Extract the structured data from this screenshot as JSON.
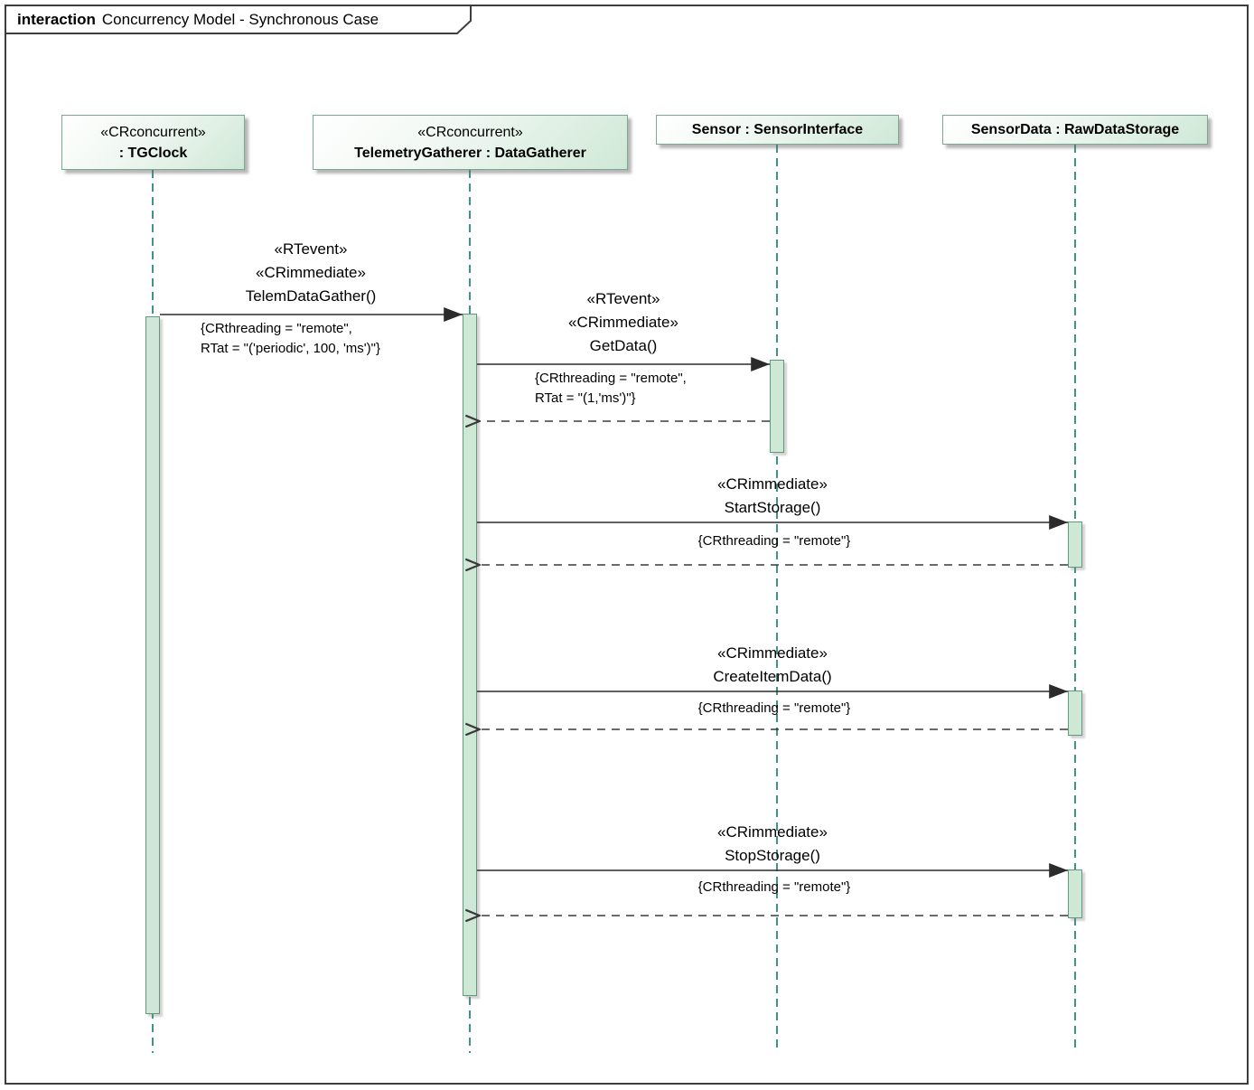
{
  "frame": {
    "keyword": "interaction",
    "title": "Concurrency Model - Synchronous Case"
  },
  "lifelines": [
    {
      "stereotype": "«CRconcurrent»",
      "name": ": TGClock"
    },
    {
      "stereotype": "«CRconcurrent»",
      "name": "TelemetryGatherer : DataGatherer"
    },
    {
      "name": "Sensor : SensorInterface"
    },
    {
      "name": "SensorData : RawDataStorage"
    }
  ],
  "messages": [
    {
      "stereotype1": "«RTevent»",
      "stereotype2": "«CRimmediate»",
      "name": "TelemDataGather()",
      "constraint1": "{CRthreading = \"remote\",",
      "constraint2": "RTat = \"('periodic', 100, 'ms')\"}"
    },
    {
      "stereotype1": "«RTevent»",
      "stereotype2": "«CRimmediate»",
      "name": "GetData()",
      "constraint1": "{CRthreading = \"remote\",",
      "constraint2": "RTat = \"(1,'ms')\"}"
    },
    {
      "stereotype1": "«CRimmediate»",
      "name": "StartStorage()",
      "constraint1": "{CRthreading = \"remote\"}"
    },
    {
      "stereotype1": "«CRimmediate»",
      "name": "CreateItemData()",
      "constraint1": "{CRthreading = \"remote\"}"
    },
    {
      "stereotype1": "«CRimmediate»",
      "name": "StopStorage()",
      "constraint1": "{CRthreading = \"remote\"}"
    }
  ],
  "colors": {
    "lifeline": "#3f9585",
    "head_border": "#7ca892",
    "head_fill_gradient_end": "#cfe8d6",
    "activation_fill": "#cfe8d6",
    "activation_border": "#5d9b7c",
    "message_line": "#2b2b2b",
    "frame_border": "#3d3d3d"
  }
}
